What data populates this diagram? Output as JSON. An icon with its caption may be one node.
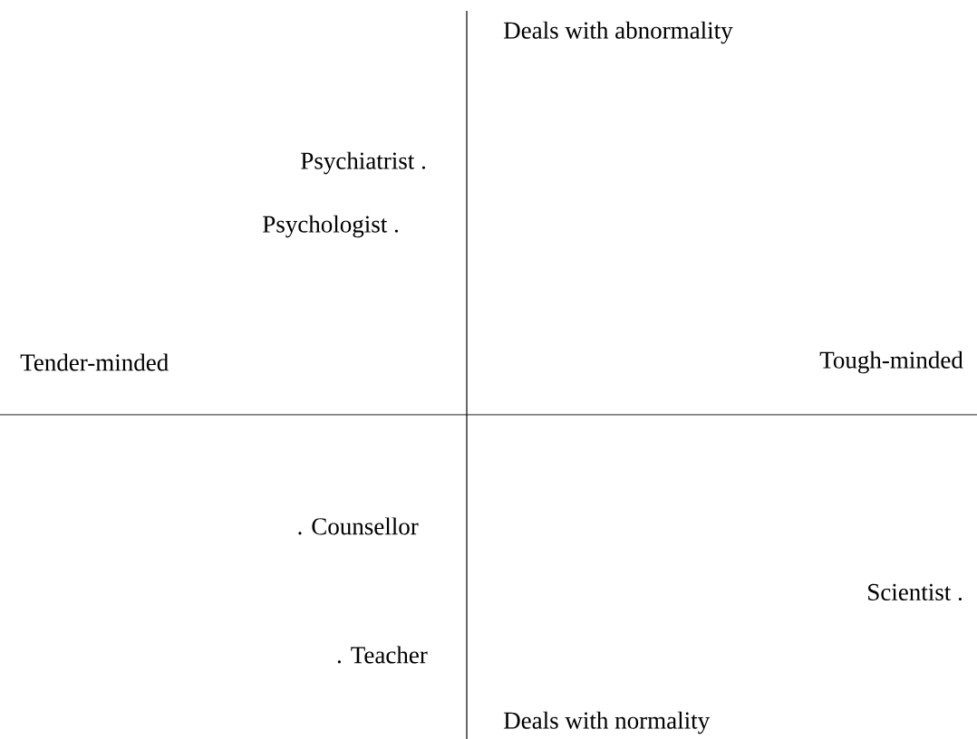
{
  "diagram": {
    "labels": [
      "Deals with abnormality",
      "Psychiatrist .",
      "Psychologist .",
      "Tender-minded",
      "Tough-minded",
      ". Counsellor",
      "Scientist .",
      ". Teacher",
      "Deals with normality"
    ]
  }
}
